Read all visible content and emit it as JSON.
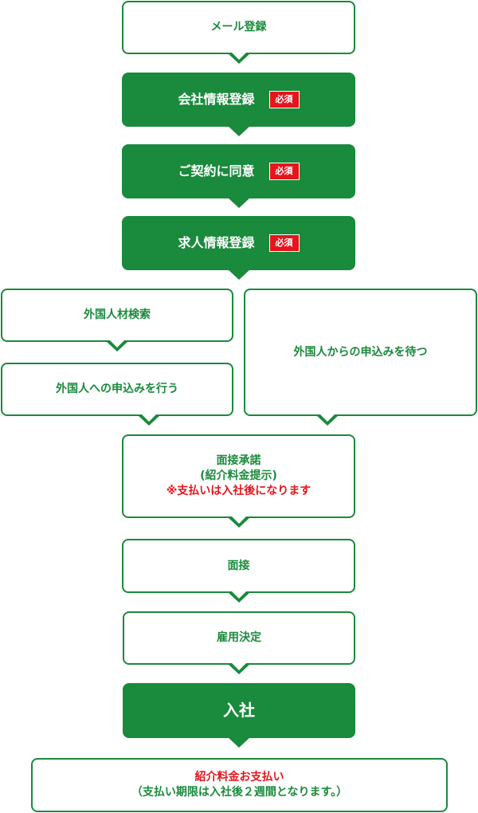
{
  "flow": {
    "email_registration": "メール登録",
    "company_info_registration": "会社情報登録",
    "contract_agreement": "ご契約に同意",
    "job_info_registration": "求人情報登録",
    "required_badge": "必須",
    "search_foreign_talent": "外国人材検索",
    "apply_to_foreigner": "外国人への申込みを行う",
    "wait_for_application": "外国人からの申込みを待つ",
    "interview_acceptance": {
      "line1": "面接承諾",
      "line2": "(紹介料金提示)",
      "note": "※支払いは入社後になります"
    },
    "interview": "面接",
    "employment_decision": "雇用決定",
    "joining": "入社",
    "fee_payment": {
      "title": "紹介料金お支払い",
      "note": "（支払い期限は入社後２週間となります。）"
    }
  },
  "colors": {
    "green": "#1a8a3c",
    "red": "#e3161c"
  }
}
